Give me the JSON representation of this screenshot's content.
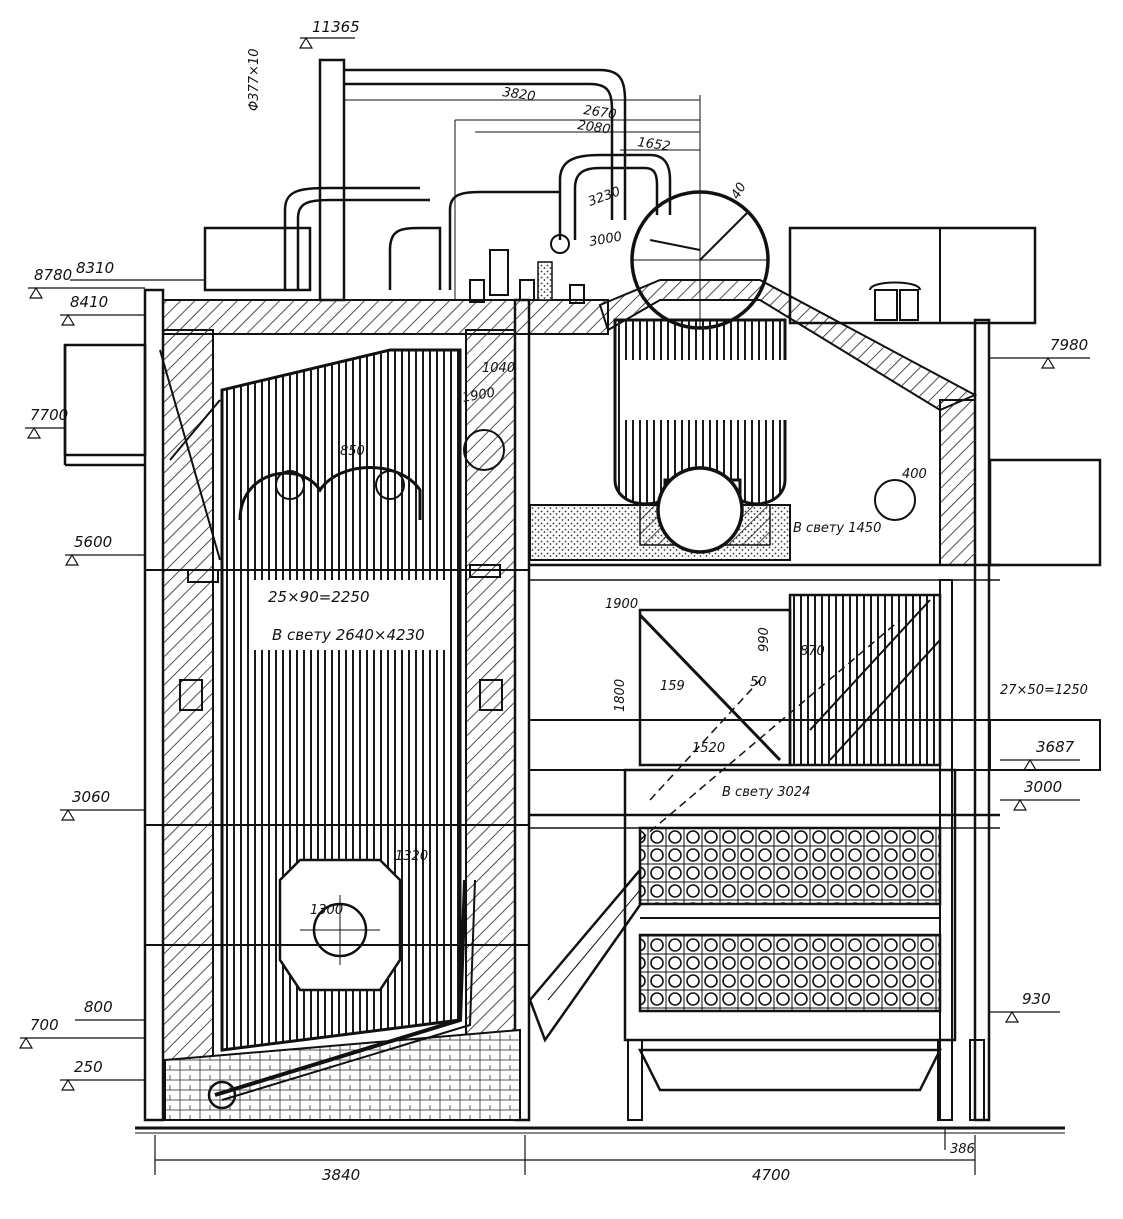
{
  "elevation_marks": [
    {
      "id": "el-11365",
      "label": "11365"
    },
    {
      "id": "el-8780",
      "label": "8780"
    },
    {
      "id": "el-8310",
      "label": "8310"
    },
    {
      "id": "el-8410",
      "label": "8410"
    },
    {
      "id": "el-7980",
      "label": "7980"
    },
    {
      "id": "el-7700",
      "label": "7700"
    },
    {
      "id": "el-5600",
      "label": "5600"
    },
    {
      "id": "el-3687",
      "label": "3687"
    },
    {
      "id": "el-3060",
      "label": "3060"
    },
    {
      "id": "el-3000",
      "label": "3000"
    },
    {
      "id": "el-930",
      "label": "930"
    },
    {
      "id": "el-800",
      "label": "800"
    },
    {
      "id": "el-700",
      "label": "700"
    },
    {
      "id": "el-250",
      "label": "250"
    }
  ],
  "dimensions": {
    "pipe_diameter": "Φ377×10",
    "d3820": "3820",
    "d2670": "2670",
    "d2080": "2080",
    "d1652": "1652",
    "d3230": "3230",
    "d3000": "3000",
    "d40": "40",
    "tube_spacing": "25×90=2250",
    "furnace_opening": "В свету 2640×4230",
    "upper_drum_opening": "В свету 1450",
    "econ_opening": "В свету 3024",
    "econ_spacing": "27×50=1250",
    "d1900": "1900",
    "d1520": "1520",
    "d1320": "1320",
    "d1300": "1300",
    "d870": "870",
    "d159": "159",
    "d50": "50",
    "d1040": "1040",
    "d1900b": "1900",
    "d400": "400",
    "d1800": "1800",
    "d850": "850",
    "d990": "990",
    "base_left": "3840",
    "base_right": "4700",
    "base_small": "386"
  }
}
